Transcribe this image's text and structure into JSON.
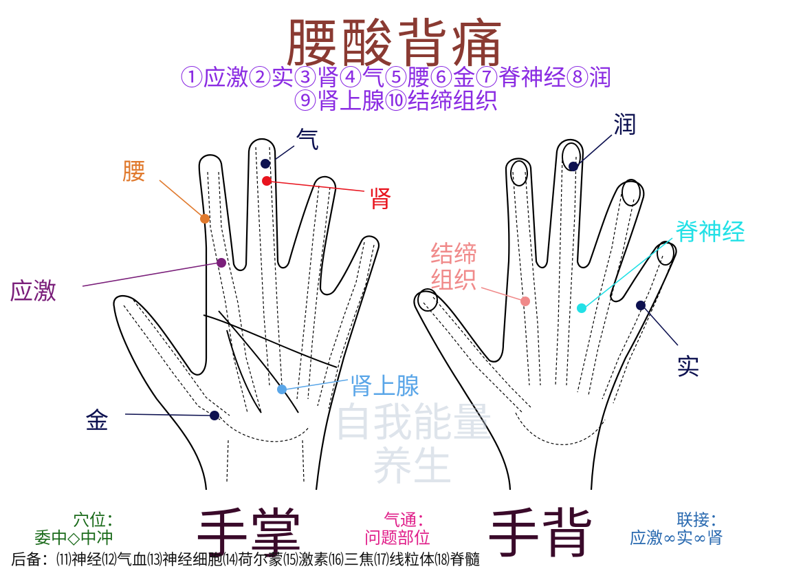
{
  "title": "腰酸背痛",
  "subtitle_line1": "①应激②实③肾④气⑤腰⑥金⑦脊神经⑧润",
  "subtitle_line2": "⑨肾上腺⑩结缔组织",
  "points": {
    "qi": {
      "label": "气",
      "color": "#0d1150"
    },
    "shen": {
      "label": "肾",
      "color": "#e8141e"
    },
    "yao": {
      "label": "腰",
      "color": "#e07a2e"
    },
    "yingji": {
      "label": "应激",
      "color": "#7a1f7a"
    },
    "jin": {
      "label": "金",
      "color": "#0d1150"
    },
    "shenshangxian": {
      "label": "肾上腺",
      "color": "#5aa6e8"
    },
    "run": {
      "label": "润",
      "color": "#0d1150"
    },
    "jishenjing": {
      "label": "脊神经",
      "color": "#22e0e6"
    },
    "jiediline1": {
      "label": "结缔",
      "color": "#f08a8a"
    },
    "jiediline2": {
      "label": "组织",
      "color": "#f08a8a"
    },
    "shi": {
      "label": "实",
      "color": "#0d1150"
    }
  },
  "watermark": {
    "line1": "自我能量",
    "line2": "养生"
  },
  "palm_label": "手掌",
  "back_label": "手背",
  "acupoint": {
    "title": "穴位：",
    "value": "委中◇中冲",
    "title_color": "#1a6a1a",
    "value_color": "#1a6a1a"
  },
  "qitong": {
    "title": "气通：",
    "value": "问题部位",
    "color": "#e0208a"
  },
  "lianjie": {
    "title": "联接：",
    "value": "应激∞实∞肾",
    "color": "#2a6ab0"
  },
  "backup": "后备：⑾神经⑿气血⒀神经细胞⒁荷尔蒙⒂激素⒃三焦⒄线粒体⒅脊髓"
}
